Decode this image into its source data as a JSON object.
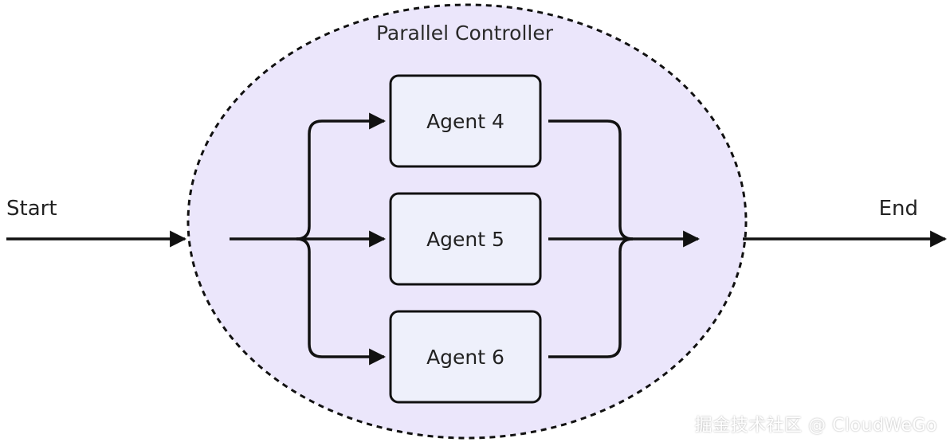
{
  "diagram": {
    "start_label": "Start",
    "end_label": "End",
    "container_label": "Parallel Controller",
    "agents": [
      {
        "label": "Agent 4"
      },
      {
        "label": "Agent 5"
      },
      {
        "label": "Agent 6"
      }
    ]
  },
  "watermark": "掘金技术社区 @ CloudWeGo",
  "colors": {
    "container_fill": "#ebe6fb",
    "container_stroke": "#111111",
    "agent_fill": "#eef0fb",
    "agent_stroke": "#111111",
    "arrow": "#111111"
  }
}
